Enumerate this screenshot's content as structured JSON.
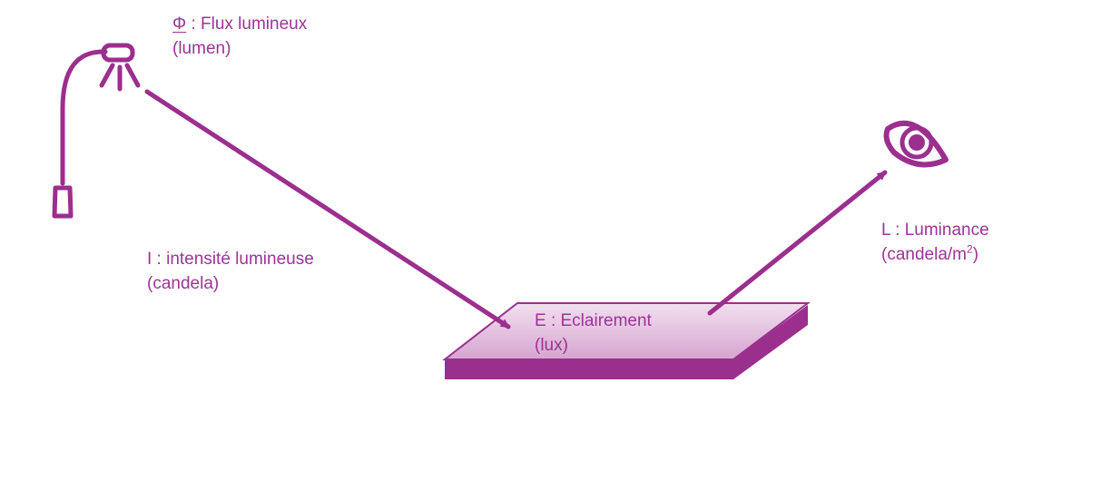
{
  "colors": {
    "primary": "#9B2F8E",
    "surface_top_light": "#F2DFEF",
    "surface_top_dark": "#D9A8D3",
    "text": "#9B3496"
  },
  "icons": {
    "lamp": "street-lamp-icon",
    "eye": "eye-icon"
  },
  "labels": {
    "flux": {
      "symbol": "Φ",
      "name": " : Flux lumineux",
      "unit": "(lumen)"
    },
    "intensity": {
      "name": "I : intensité lumineuse",
      "unit": "(candela)"
    },
    "illuminance": {
      "name": "E : Eclairement",
      "unit": "(lux)"
    },
    "luminance": {
      "name": "L : Luminance",
      "unit_prefix": "(candela/m",
      "unit_exponent": "2",
      "unit_suffix": ")"
    }
  }
}
